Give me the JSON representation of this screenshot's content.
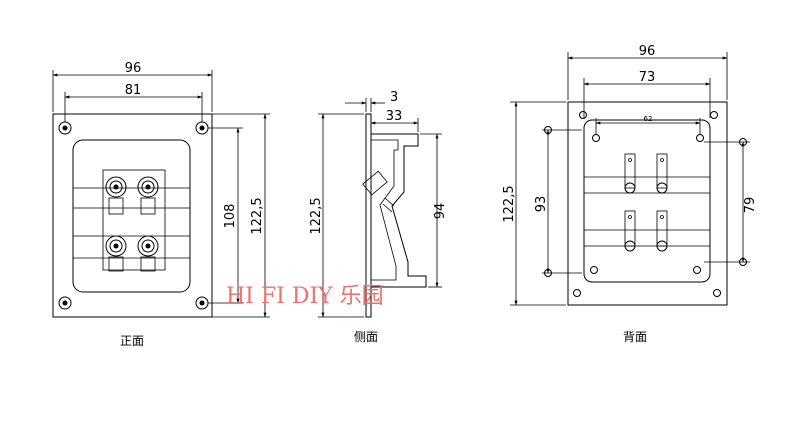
{
  "front": {
    "caption": "正面",
    "dims": {
      "width_outer": "96",
      "width_holes": "81",
      "height_holes": "108",
      "height_outer": "122,5"
    }
  },
  "side": {
    "caption": "侧面",
    "dims": {
      "thickness": "3",
      "depth": "33",
      "height_outer": "122,5",
      "height_inner": "94"
    }
  },
  "back": {
    "caption": "背面",
    "dims": {
      "width_outer": "96",
      "width_inner": "73",
      "width_small": "62",
      "height_outer": "122,5",
      "height_inner": "93",
      "height_holes": "79"
    }
  },
  "watermark": "HI FI DIY 乐园"
}
